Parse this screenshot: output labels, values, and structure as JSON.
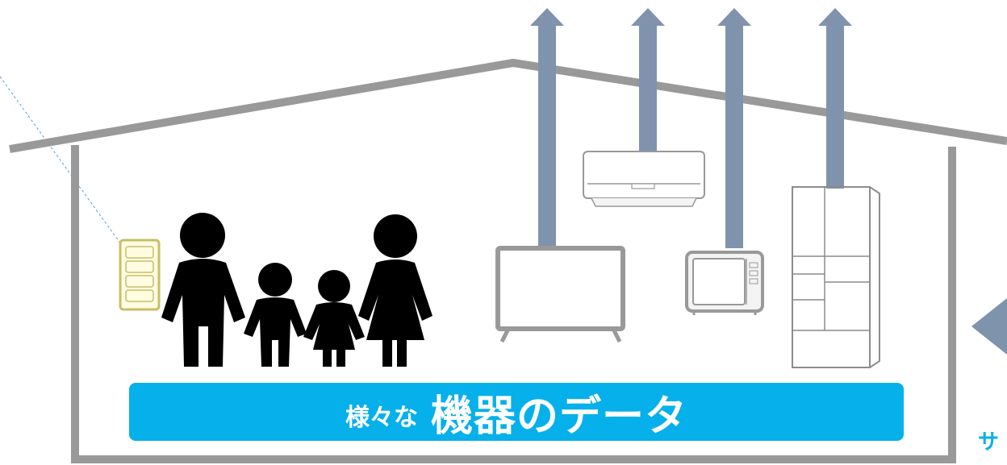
{
  "banner": {
    "small_text": "様々な",
    "main_text": "機器のデータ"
  },
  "edge_label": {
    "text": "サ"
  },
  "colors": {
    "house_outline": "#999999",
    "arrow": "#7f93ad",
    "banner_bg": "#06b0ea",
    "banner_text": "#ffffff",
    "people": "#000000",
    "panel_border": "#c9be67",
    "panel_fill": "#fffce2",
    "appliance_outline": "#999999",
    "leader_line": "#5b9bd5"
  },
  "icons": [
    "control-panel-icon",
    "father-icon",
    "child-icon",
    "child-icon",
    "mother-icon",
    "tv-icon",
    "air-conditioner-icon",
    "microwave-icon",
    "refrigerator-icon",
    "upload-arrow-icon"
  ]
}
